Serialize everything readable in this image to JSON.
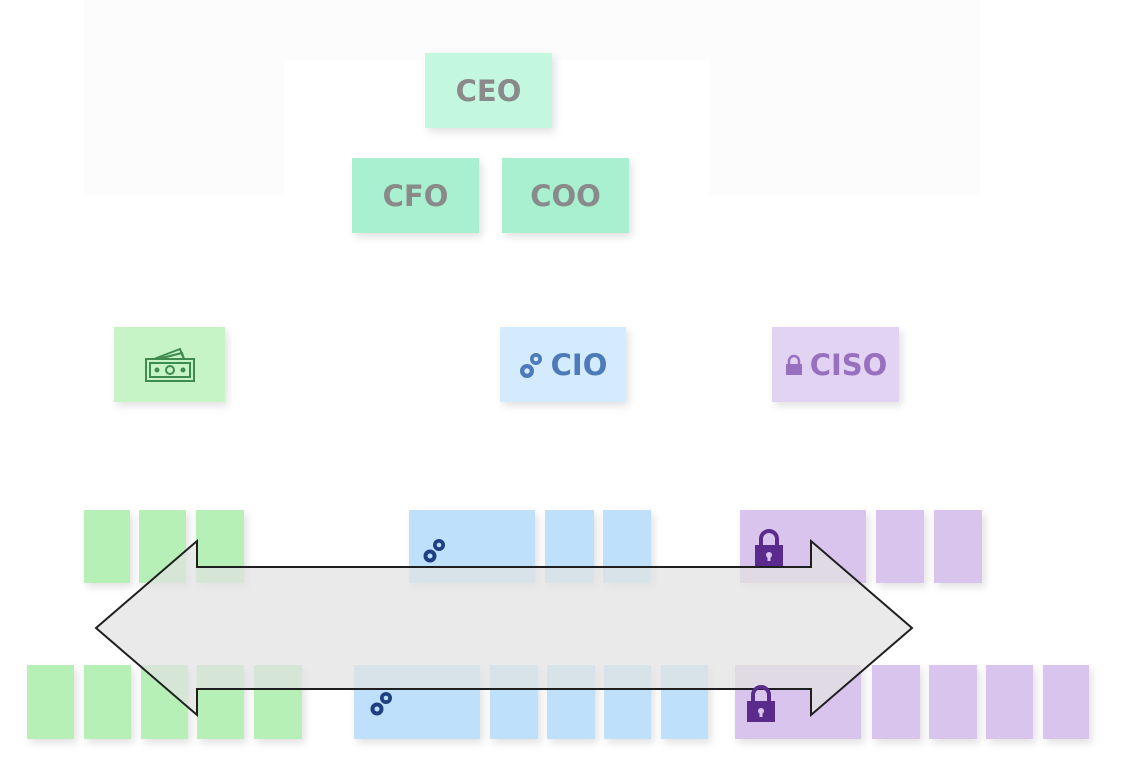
{
  "nodes": {
    "ceo": "CEO",
    "cfo": "CFO",
    "coo": "COO",
    "cio": "CIO",
    "ciso": "CISO"
  },
  "icons": {
    "finance": "money-icon",
    "it": "gears-icon",
    "security": "lock-icon"
  },
  "colors": {
    "executive": "#c3f7df",
    "finance": "#b6f0b6",
    "it": "#bfe0fb",
    "security": "#d9c4ee",
    "arrow_fill": "#e8e8e8",
    "text_gray": "#8a8a8a",
    "text_blue": "#4d7ab8",
    "text_purple": "#9870c0"
  }
}
